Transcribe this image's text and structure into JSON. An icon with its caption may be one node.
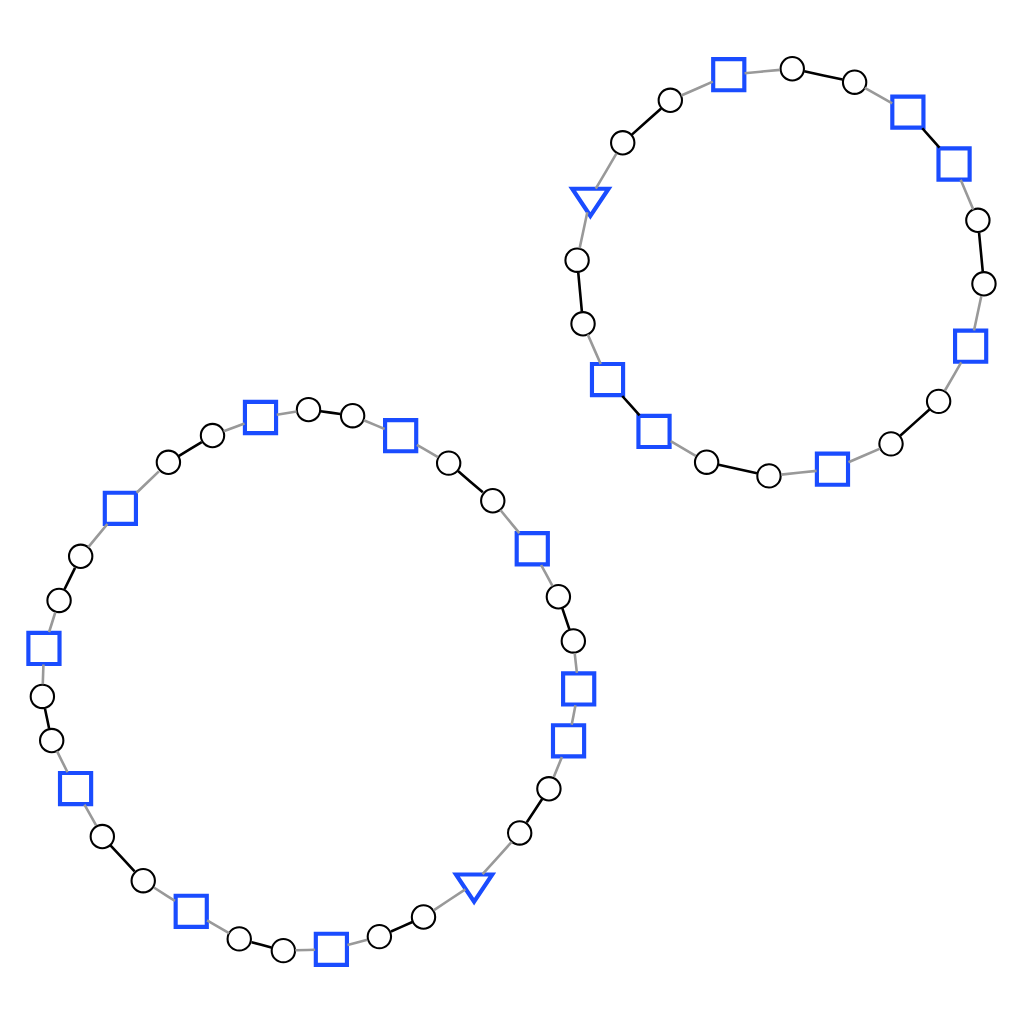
{
  "diagram": {
    "nodes": [
      {
        "text": [],
        "shape": "triangle"
      },
      {
        "text": [],
        "shape": "circle"
      },
      {
        "text": [],
        "shape": "circle"
      },
      {
        "text": [],
        "shape": "box"
      },
      {
        "text": [],
        "shape": "box"
      },
      {
        "text": [],
        "shape": "circle"
      },
      {
        "text": [],
        "shape": "circle"
      },
      {
        "text": [],
        "shape": "box"
      },
      {
        "text": [],
        "shape": "circle"
      },
      {
        "text": [],
        "shape": "circle"
      },
      {
        "text": [],
        "shape": "box"
      },
      {
        "text": [],
        "shape": "circle"
      },
      {
        "text": [],
        "shape": "circle"
      },
      {
        "text": [],
        "shape": "box"
      },
      {
        "text": [],
        "shape": "box"
      },
      {
        "text": [],
        "shape": "circle"
      },
      {
        "text": [],
        "shape": "circle"
      },
      {
        "text": [],
        "shape": "box"
      },
      {
        "text": [],
        "shape": "circle"
      },
      {
        "text": [],
        "shape": "circle"
      },
      {
        "text": [],
        "shape": "box"
      },
      {
        "text": [],
        "shape": "circle"
      },
      {
        "text": [],
        "shape": "circle"
      },
      {
        "text": [],
        "shape": "triangle"
      },
      {
        "text": [],
        "shape": "circle"
      },
      {
        "text": [],
        "shape": "circle"
      },
      {
        "text": [],
        "shape": "box"
      },
      {
        "text": [],
        "shape": "circle"
      },
      {
        "text": [],
        "shape": "circle"
      },
      {
        "text": [],
        "shape": "box"
      },
      {
        "text": [],
        "shape": "circle"
      },
      {
        "text": [],
        "shape": "circle"
      },
      {
        "text": [],
        "shape": "box"
      },
      {
        "text": [],
        "shape": "circle"
      },
      {
        "text": [],
        "shape": "circle"
      },
      {
        "text": [],
        "shape": "box"
      },
      {
        "text": [],
        "shape": "circle"
      },
      {
        "text": [],
        "shape": "circle"
      },
      {
        "text": [],
        "shape": "box"
      },
      {
        "text": [],
        "shape": "circle"
      },
      {
        "text": [],
        "shape": "circle"
      },
      {
        "text": [],
        "shape": "box"
      },
      {
        "text": [],
        "shape": "circle"
      },
      {
        "text": [],
        "shape": "circle"
      },
      {
        "text": [],
        "shape": "box"
      },
      {
        "text": [],
        "shape": "circle"
      },
      {
        "text": [],
        "shape": "circle"
      },
      {
        "text": [],
        "shape": "box"
      },
      {
        "text": [],
        "shape": "circle"
      },
      {
        "text": [],
        "shape": "circle"
      },
      {
        "text": [],
        "shape": "box"
      }
    ],
    "edges": [
      {
        "from": 0,
        "to": 1,
        "arrow": "none"
      },
      {
        "from": 1,
        "to": 2,
        "arrow": "none",
        "color": "#000000"
      },
      {
        "from": 2,
        "to": 3,
        "arrow": "none"
      },
      {
        "from": 3,
        "to": 4,
        "arrow": "none",
        "color": "#000000"
      },
      {
        "from": 4,
        "to": 5,
        "arrow": "none"
      },
      {
        "from": 5,
        "to": 6,
        "arrow": "none",
        "color": "#000000"
      },
      {
        "from": 6,
        "to": 7,
        "arrow": "none"
      },
      {
        "from": 7,
        "to": 8,
        "arrow": "none"
      },
      {
        "from": 8,
        "to": 9,
        "arrow": "none",
        "color": "#000000"
      },
      {
        "from": 9,
        "to": 10,
        "arrow": "none"
      },
      {
        "from": 10,
        "to": 11,
        "arrow": "none"
      },
      {
        "from": 11,
        "to": 12,
        "arrow": "none",
        "color": "#000000"
      },
      {
        "from": 12,
        "to": 13,
        "arrow": "none"
      },
      {
        "from": 13,
        "to": 14,
        "arrow": "none",
        "color": "#000000"
      },
      {
        "from": 14,
        "to": 15,
        "arrow": "none"
      },
      {
        "from": 15,
        "to": 16,
        "arrow": "none",
        "color": "#000000"
      },
      {
        "from": 16,
        "to": 17,
        "arrow": "none"
      },
      {
        "from": 17,
        "to": 18,
        "arrow": "none"
      },
      {
        "from": 18,
        "to": 19,
        "arrow": "none",
        "color": "#000000"
      },
      {
        "from": 19,
        "to": 0,
        "arrow": "none"
      },
      {
        "from": 20,
        "to": 21,
        "arrow": "none"
      },
      {
        "from": 21,
        "to": 22,
        "arrow": "none",
        "color": "#000000"
      },
      {
        "from": 22,
        "to": 23,
        "arrow": "none"
      },
      {
        "from": 23,
        "to": 24,
        "arrow": "none"
      },
      {
        "from": 24,
        "to": 25,
        "arrow": "none",
        "color": "#000000"
      },
      {
        "from": 25,
        "to": 26,
        "arrow": "none"
      },
      {
        "from": 26,
        "to": 27,
        "arrow": "none"
      },
      {
        "from": 27,
        "to": 28,
        "arrow": "none",
        "color": "#000000"
      },
      {
        "from": 28,
        "to": 29,
        "arrow": "none"
      },
      {
        "from": 29,
        "to": 30,
        "arrow": "none"
      },
      {
        "from": 30,
        "to": 31,
        "arrow": "none",
        "color": "#000000"
      },
      {
        "from": 31,
        "to": 32,
        "arrow": "none"
      },
      {
        "from": 32,
        "to": 33,
        "arrow": "none"
      },
      {
        "from": 33,
        "to": 34,
        "arrow": "none",
        "color": "#000000"
      },
      {
        "from": 34,
        "to": 35,
        "arrow": "none"
      },
      {
        "from": 35,
        "to": 36,
        "arrow": "none"
      },
      {
        "from": 36,
        "to": 37,
        "arrow": "none",
        "color": "#000000"
      },
      {
        "from": 37,
        "to": 38,
        "arrow": "none"
      },
      {
        "from": 38,
        "to": 39,
        "arrow": "none"
      },
      {
        "from": 39,
        "to": 40,
        "arrow": "none",
        "color": "#000000"
      },
      {
        "from": 40,
        "to": 41,
        "arrow": "none"
      },
      {
        "from": 41,
        "to": 42,
        "arrow": "none"
      },
      {
        "from": 42,
        "to": 43,
        "arrow": "none",
        "color": "#000000"
      },
      {
        "from": 43,
        "to": 44,
        "arrow": "none"
      },
      {
        "from": 44,
        "to": 45,
        "arrow": "none"
      },
      {
        "from": 45,
        "to": 46,
        "arrow": "none",
        "color": "#000000"
      },
      {
        "from": 46,
        "to": 47,
        "arrow": "none"
      },
      {
        "from": 47,
        "to": 48,
        "arrow": "none"
      },
      {
        "from": 48,
        "to": 49,
        "arrow": "none",
        "color": "#000000"
      },
      {
        "from": 49,
        "to": 50,
        "arrow": "none"
      },
      {
        "from": 50,
        "to": 20,
        "arrow": "none"
      }
    ]
  }
}
